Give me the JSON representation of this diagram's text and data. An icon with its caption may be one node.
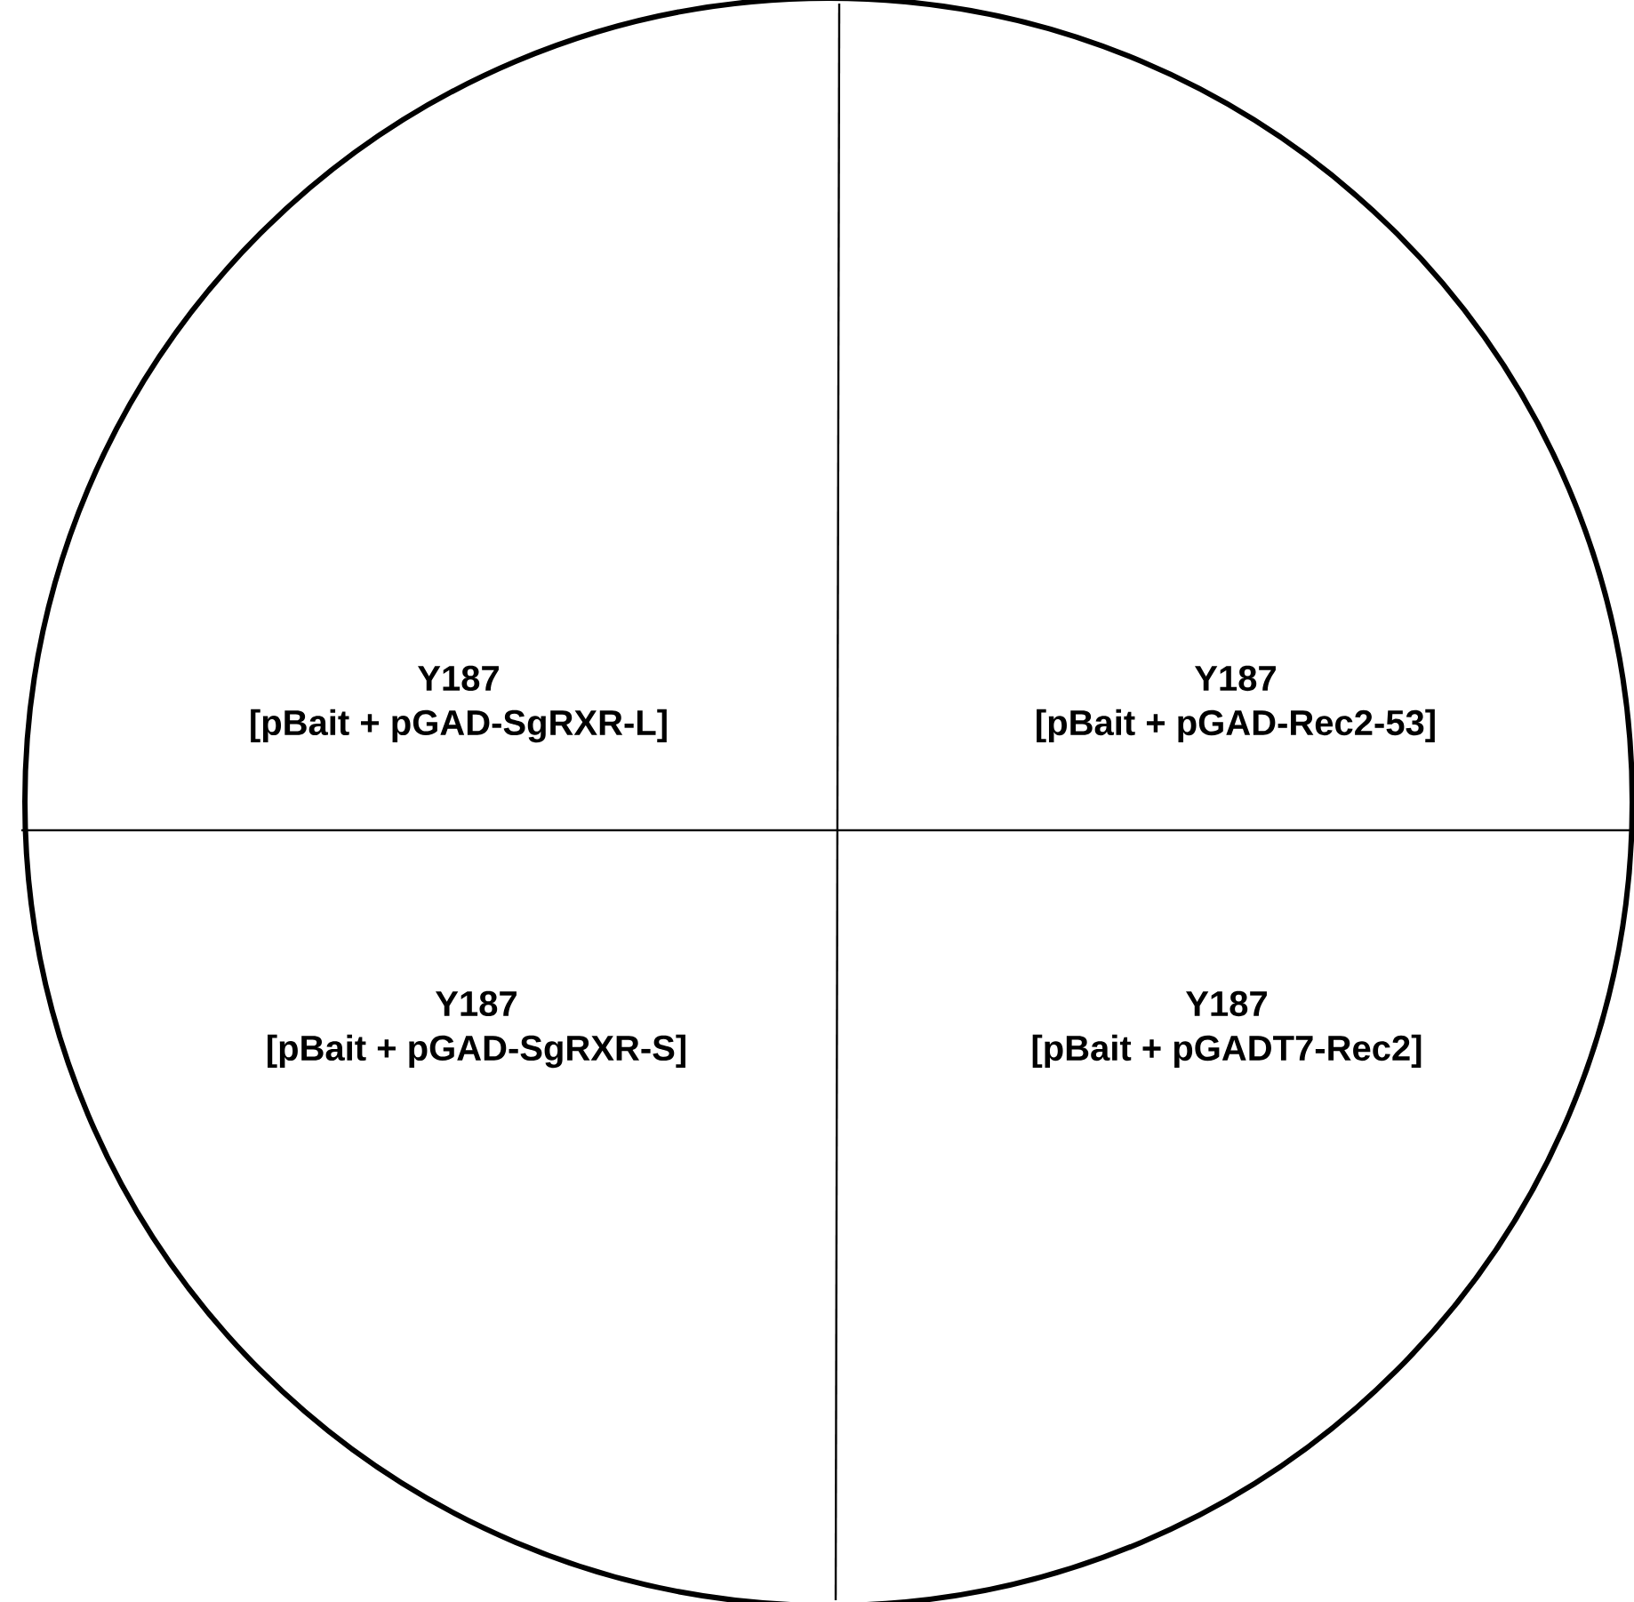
{
  "diagram": {
    "nodes": [
      {
        "text": [],
        "shape": "circle"
      },
      {
        "text": [
          "Y187",
          "[pBait + pGAD-SgRXR-L]"
        ],
        "in": 0
      },
      {
        "text": [
          "Y187",
          "[pBait + pGAD-Rec2-53]"
        ],
        "in": 0
      },
      {
        "text": [
          "Y187",
          "[pBait + pGAD-SgRXR-S]"
        ],
        "in": 0
      },
      {
        "text": [
          "Y187",
          "[pBait + pGADT7-Rec2]"
        ],
        "in": 0
      }
    ]
  }
}
